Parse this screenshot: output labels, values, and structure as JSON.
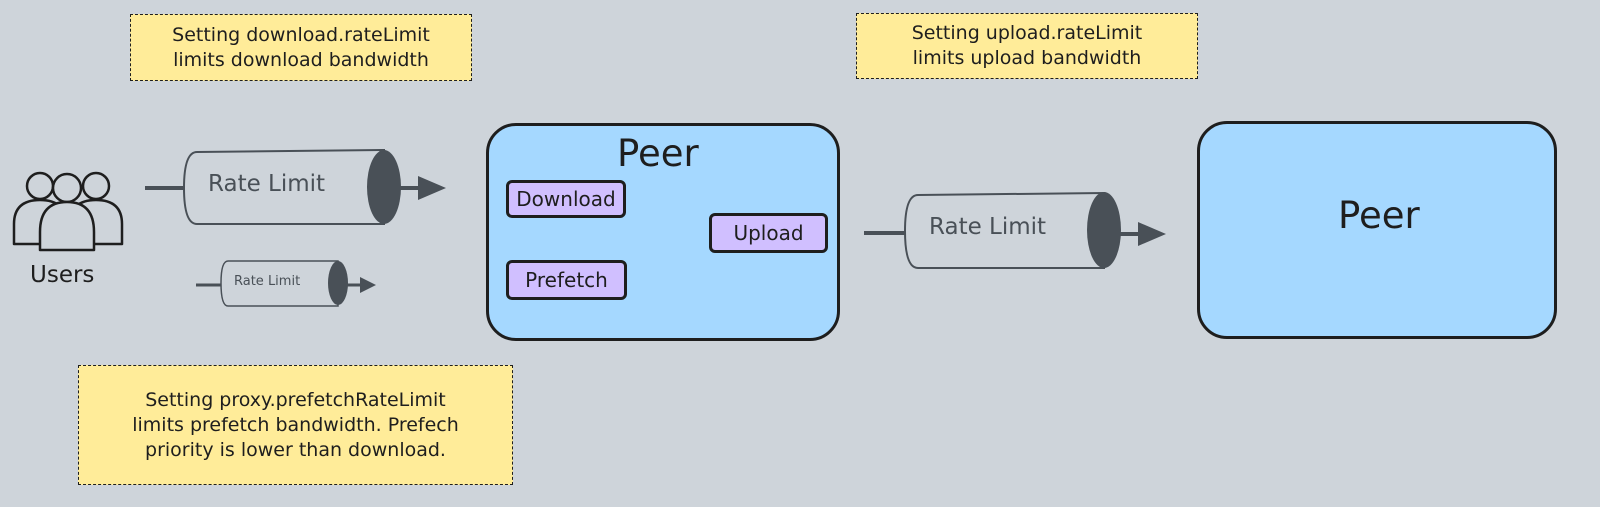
{
  "notes": {
    "download": "Setting download.rateLimit\nlimits download bandwidth",
    "upload": "Setting upload.rateLimit\nlimits upload bandwidth",
    "prefetch": "Setting proxy.prefetchRateLimit\nlimits prefetch bandwidth. Prefech\npriority is lower than download."
  },
  "users": {
    "label": "Users",
    "icon": "users-icon"
  },
  "rate_limits": {
    "download": "Rate Limit",
    "prefetch": "Rate Limit",
    "upload": "Rate Limit"
  },
  "local_peer": {
    "title": "Peer",
    "modules": {
      "download": "Download",
      "prefetch": "Prefetch",
      "upload": "Upload"
    }
  },
  "remote_peer": {
    "title": "Peer"
  },
  "colors": {
    "background": "#ced4da",
    "note": "#ffec99",
    "peer": "#a5d8ff",
    "module": "#d0bfff",
    "pipe_cap": "#495057",
    "stroke": "#1e1e1e"
  }
}
